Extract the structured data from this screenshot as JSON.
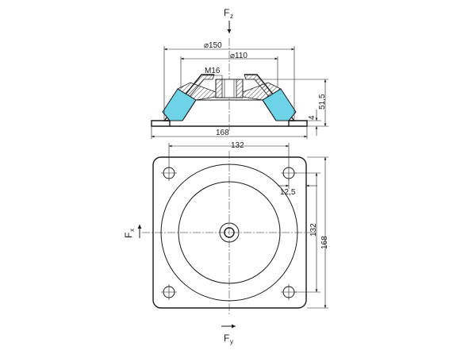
{
  "forces": {
    "fz": {
      "main": "F",
      "sub": "z"
    },
    "fx": {
      "main": "F",
      "sub": "x"
    },
    "fy": {
      "main": "F",
      "sub": "y"
    }
  },
  "dimensions": {
    "outer_diameter": "⌀150",
    "inner_diameter": "⌀110",
    "thread": "M16",
    "height": "51,5",
    "base_thickness": "4",
    "base_width_side": "168",
    "hole_spacing_top": "132",
    "corner_offset": "12,5",
    "hole_spacing_side": "132",
    "base_width_plan": "168"
  },
  "colors": {
    "rubber": "#6ed3e6",
    "line": "#1a1a1a",
    "background": "#ffffff"
  }
}
